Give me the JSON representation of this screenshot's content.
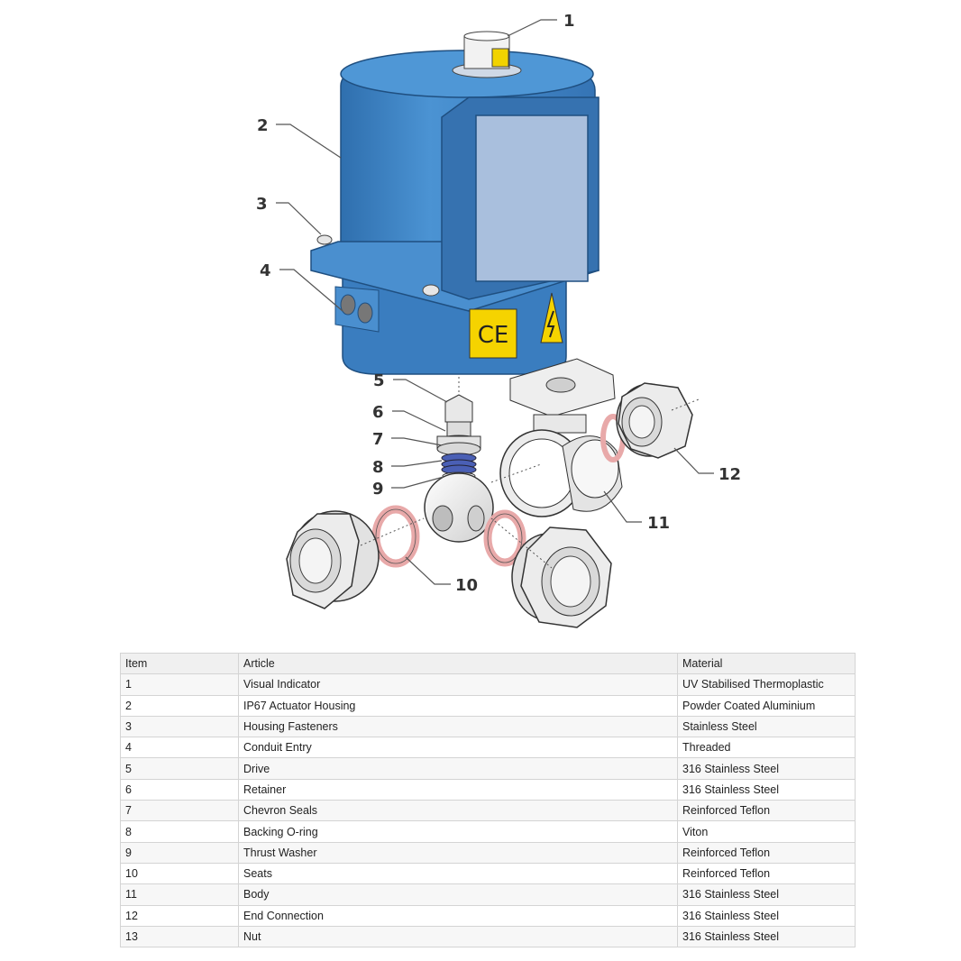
{
  "diagram": {
    "callouts": [
      "1",
      "2",
      "3",
      "4",
      "5",
      "6",
      "7",
      "8",
      "9",
      "10",
      "11",
      "12"
    ],
    "ce_mark": "CE",
    "colors": {
      "actuator_blue": "#3d82c4",
      "window": "#a9bfdd",
      "metal": "#e8e8e8",
      "seat_pink": "#e8a9a9",
      "chevron_blue": "#4a5fb5",
      "ce_yellow": "#f5d300"
    }
  },
  "table": {
    "headers": {
      "item": "Item",
      "article": "Article",
      "material": "Material"
    },
    "rows": [
      {
        "item": "1",
        "article": "Visual Indicator",
        "material": "UV Stabilised Thermoplastic"
      },
      {
        "item": "2",
        "article": "IP67 Actuator Housing",
        "material": "Powder Coated Aluminium"
      },
      {
        "item": "3",
        "article": "Housing Fasteners",
        "material": "Stainless Steel"
      },
      {
        "item": "4",
        "article": "Conduit Entry",
        "material": "Threaded"
      },
      {
        "item": "5",
        "article": "Drive",
        "material": "316 Stainless Steel"
      },
      {
        "item": "6",
        "article": "Retainer",
        "material": "316 Stainless Steel"
      },
      {
        "item": "7",
        "article": "Chevron Seals",
        "material": "Reinforced Teflon"
      },
      {
        "item": "8",
        "article": "Backing O-ring",
        "material": "Viton"
      },
      {
        "item": "9",
        "article": "Thrust Washer",
        "material": "Reinforced Teflon"
      },
      {
        "item": "10",
        "article": "Seats",
        "material": "Reinforced Teflon"
      },
      {
        "item": "11",
        "article": "Body",
        "material": "316 Stainless Steel"
      },
      {
        "item": "12",
        "article": "End Connection",
        "material": "316 Stainless Steel"
      },
      {
        "item": "13",
        "article": "Nut",
        "material": "316 Stainless Steel"
      }
    ]
  }
}
